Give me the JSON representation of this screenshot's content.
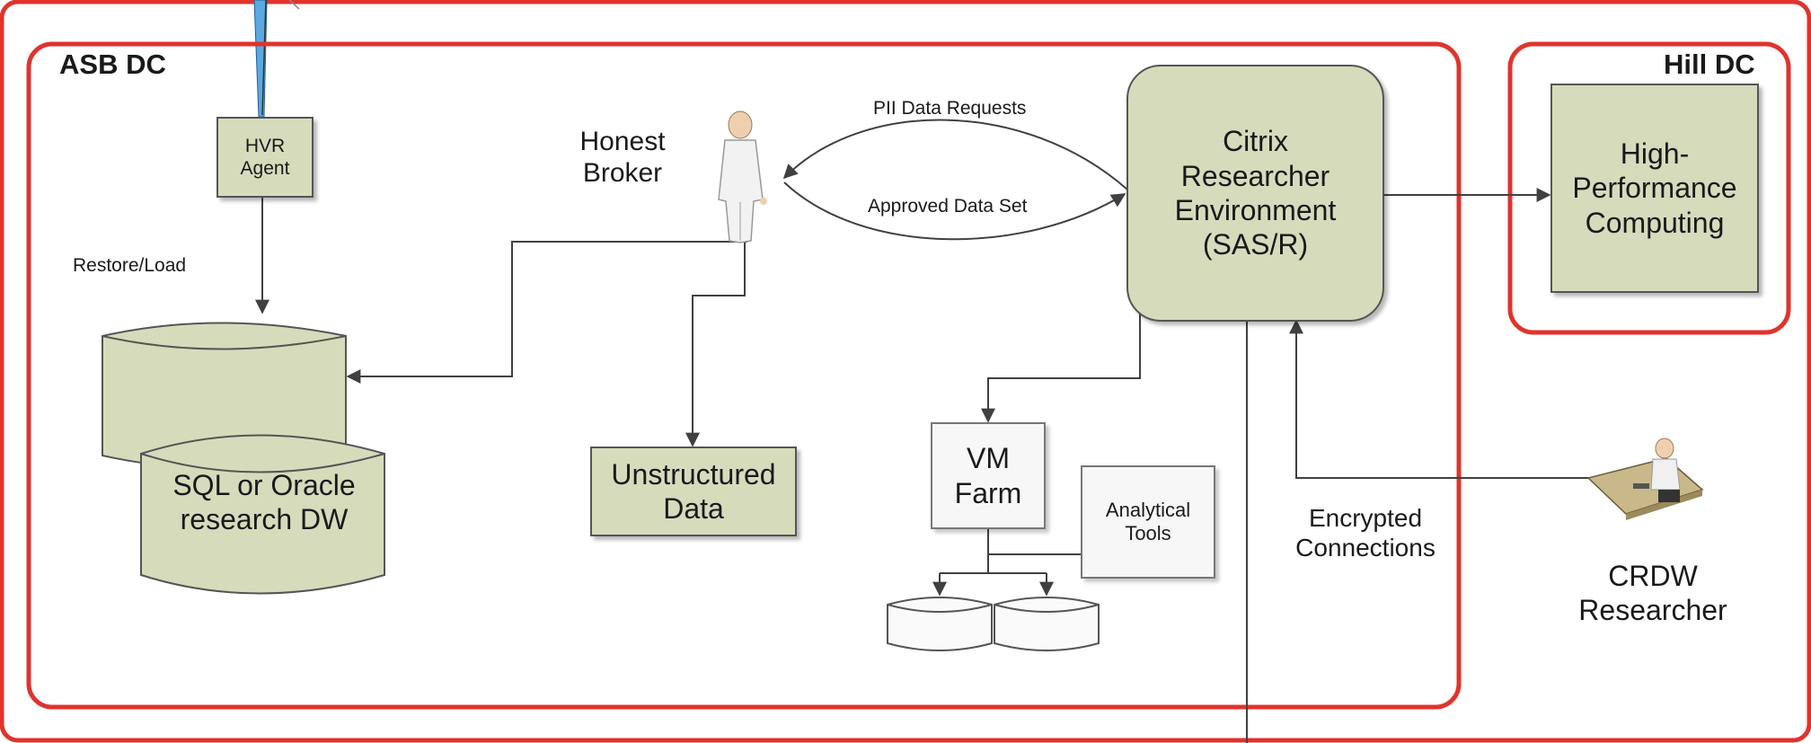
{
  "regions": {
    "asb": "ASB DC",
    "hill": "Hill DC"
  },
  "nodes": {
    "hvr_agent": "HVR Agent",
    "restore_load": "Restore/Load",
    "sql_dw": "SQL or Oracle research DW",
    "honest_broker": "Honest Broker",
    "unstructured": "Unstructured Data",
    "citrix": "Citrix Researcher Environment (SAS/R)",
    "hpc": "High-Performance Computing",
    "vm_farm": "VM Farm",
    "analytical_tools": "Analytical Tools",
    "crdw_researcher": "CRDW Researcher"
  },
  "edges": {
    "pii_requests": "PII Data Requests",
    "approved_set": "Approved Data Set",
    "encrypted": "Encrypted Connections"
  },
  "colors": {
    "region_border": "#e0332d",
    "node_fill": "#d6dcbb",
    "connector": "#404040"
  }
}
